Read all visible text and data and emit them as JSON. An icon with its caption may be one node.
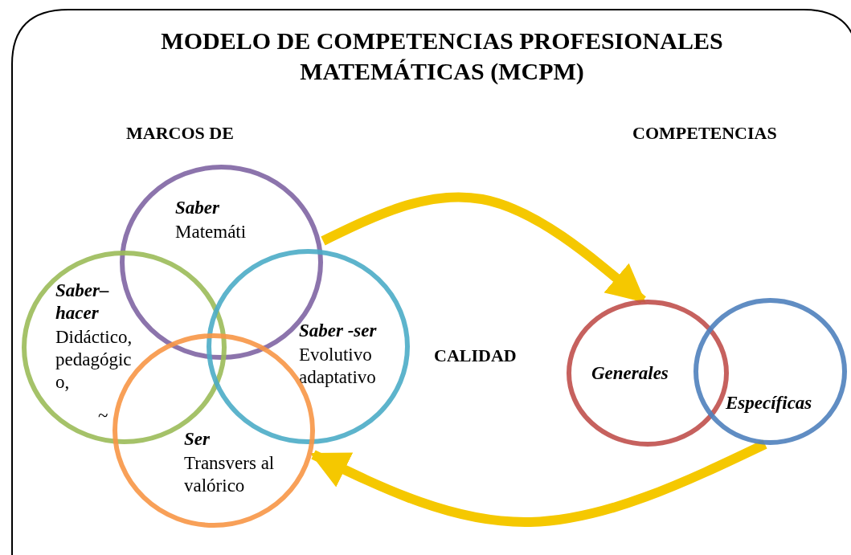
{
  "diagram": {
    "title": "MODELO DE COMPETENCIAS PROFESIONALES MATEMÁTICAS (MCPM)",
    "nodes": [
      {
        "text": [
          "Saber",
          "Matemáti"
        ]
      },
      {
        "text": [
          "Saber– hacer",
          "Didáctico, pedagógic o,",
          "~"
        ]
      },
      {
        "text": [
          "Saber -ser",
          "Evolutivo adaptativo"
        ]
      },
      {
        "text": [
          "Ser",
          "Transvers al valórico"
        ]
      },
      {
        "text": [
          "Generales"
        ]
      },
      {
        "text": [
          "Específicas"
        ]
      }
    ],
    "edges": [
      {
        "from": 0,
        "to": 4,
        "arrow": "to"
      },
      {
        "from": 5,
        "to": 3,
        "arrow": "to"
      }
    ],
    "labels": [
      "MARCOS DE",
      "COMPETENCIAS",
      "CALIDAD"
    ]
  }
}
